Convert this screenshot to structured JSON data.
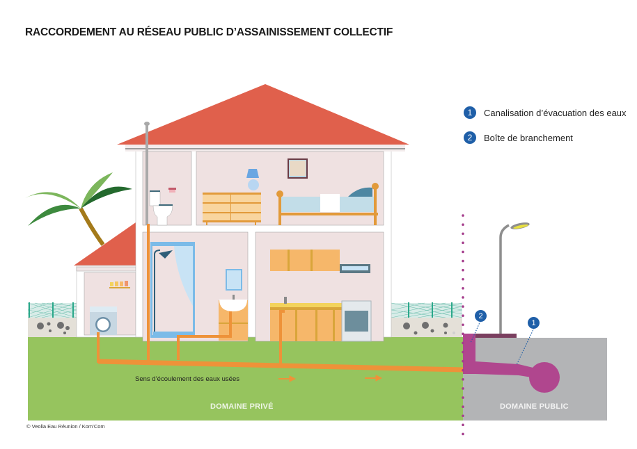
{
  "title": "RACCORDEMENT AU RÉSEAU PUBLIC D’ASSAINISSEMENT COLLECTIF",
  "legend": [
    {
      "number": "1",
      "label": "Canalisation d’évacuation des eaux"
    },
    {
      "number": "2",
      "label": "Boîte de branchement"
    }
  ],
  "markers": [
    {
      "number": "2",
      "refers_to": "Boîte de branchement"
    },
    {
      "number": "1",
      "refers_to": "Canalisation d’évacuation des eaux"
    }
  ],
  "flow_label": "Sens d’écoulement des eaux usées",
  "zones": {
    "private": "DOMAINE PRIVÉ",
    "public": "DOMAINE PUBLIC"
  },
  "copyright": "© Veolia Eau Réunion / Kom’Com",
  "colors": {
    "roof": "#e0604c",
    "wall_interior": "#efe1e1",
    "ground_private": "#96c45e",
    "ground_public": "#b3b4b6",
    "pipe_private": "#ee9239",
    "pipe_public": "#b0468e",
    "boundary_dots": "#a53d8c",
    "badge": "#1f5fa8"
  },
  "rooms": {
    "upper": [
      "toilet",
      "bedroom"
    ],
    "lower": [
      "laundry",
      "bathroom",
      "kitchen"
    ]
  }
}
